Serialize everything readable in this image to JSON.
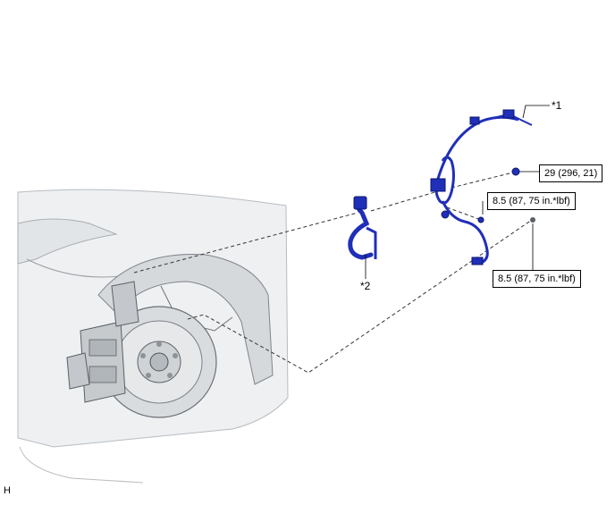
{
  "callouts": {
    "part1": "*1",
    "part2": "*2",
    "torque_a": "29 (296, 21)",
    "torque_b": "8.5 (87, 75 in.*lbf)",
    "torque_c": "8.5 (87, 75 in.*lbf)"
  },
  "corner_label": "H",
  "colors": {
    "part_blue": "#1f2fb8",
    "part_dark": "#0b1670",
    "body_gray": "#eceef0",
    "line": "#333333"
  }
}
